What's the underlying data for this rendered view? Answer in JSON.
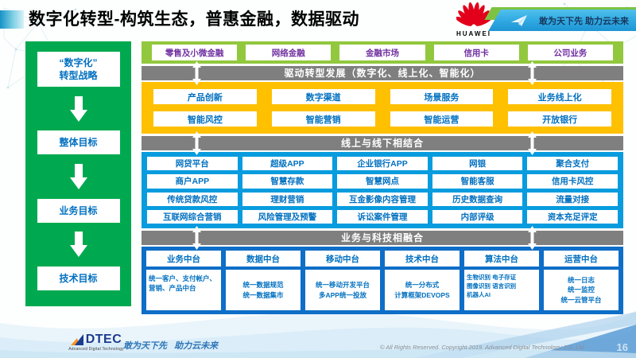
{
  "header": {
    "title": "数字化转型-构筑生态，普惠金融，数据驱动",
    "huawei_label": "HUAWEI",
    "banner_slogan": "敢为天下先 助力云未来"
  },
  "sidebar": {
    "items": [
      {
        "label": "“数字化”\n转型战略"
      },
      {
        "label": "整体目标"
      },
      {
        "label": "业务目标"
      },
      {
        "label": "技术目标"
      }
    ]
  },
  "main": {
    "business_lines": [
      "零售及小微金融",
      "网络金融",
      "金融市场",
      "信用卡",
      "公司业务"
    ],
    "divider1": "驱动转型发展（数字化、线上化、智能化）",
    "transform_rows": [
      [
        "产品创新",
        "数字渠道",
        "场景服务",
        "业务线上化"
      ],
      [
        "智能风控",
        "智能营销",
        "智能运营",
        "开放银行"
      ]
    ],
    "divider2": "线上与线下相结合",
    "capability_rows": [
      [
        "网贷平台",
        "超级APP",
        "企业银行APP",
        "网银",
        "聚合支付"
      ],
      [
        "商户APP",
        "智慧存款",
        "智慧网点",
        "智能客服",
        "信用卡风控"
      ],
      [
        "传统贷款风控",
        "理财营销",
        "互金影像内容管理",
        "历史数据查询",
        "流量对接"
      ],
      [
        "互联网综合营销",
        "风险管理及预警",
        "诉讼案件管理",
        "内部评级",
        "资本充足评定"
      ]
    ],
    "divider3": "业务与科技相融合",
    "platforms": [
      {
        "title": "业务中台",
        "detail": "统一客户、支付帐户、营销、产品中台"
      },
      {
        "title": "数据中台",
        "detail": "统一数据规范\n统一数据集市"
      },
      {
        "title": "移动中台",
        "detail": "统一移动开发平台\n多APP统一投放"
      },
      {
        "title": "技术中台",
        "detail": "统一分布式\n计算框架DEVOPS"
      },
      {
        "title": "算法中台",
        "detail": "生物识别 电子存证\n图像识别 语言识别\n机器人AI"
      },
      {
        "title": "运营中台",
        "detail": "统一日志\n统一监控\n统一云管平台"
      }
    ]
  },
  "footer": {
    "logo_text": "DTEC",
    "logo_subtext": "Advanced Digital Technology",
    "slogan": "敢为天下先   助力云未来",
    "copyright": "© All Rights Reserved. Copyright 2019. Advanced Digital Technology CO.,Ltd",
    "page_number": "16"
  },
  "colors": {
    "green-sidebar": "#00a94f",
    "green-strip": "#92c83e",
    "gray-bar": "#7f7f7f",
    "yellow": "#ffc000",
    "blue-panel": "#089cde",
    "dark-panel": "#0e6ec8",
    "cell-blue": "#0070c0",
    "cell-purple": "#7030a0",
    "huawei-red": "#e2001a",
    "banner-blue": "#2fa8e1",
    "banner-green": "#7dc242",
    "banner-text": "#17375e",
    "footer-blue": "#2e75b6"
  }
}
